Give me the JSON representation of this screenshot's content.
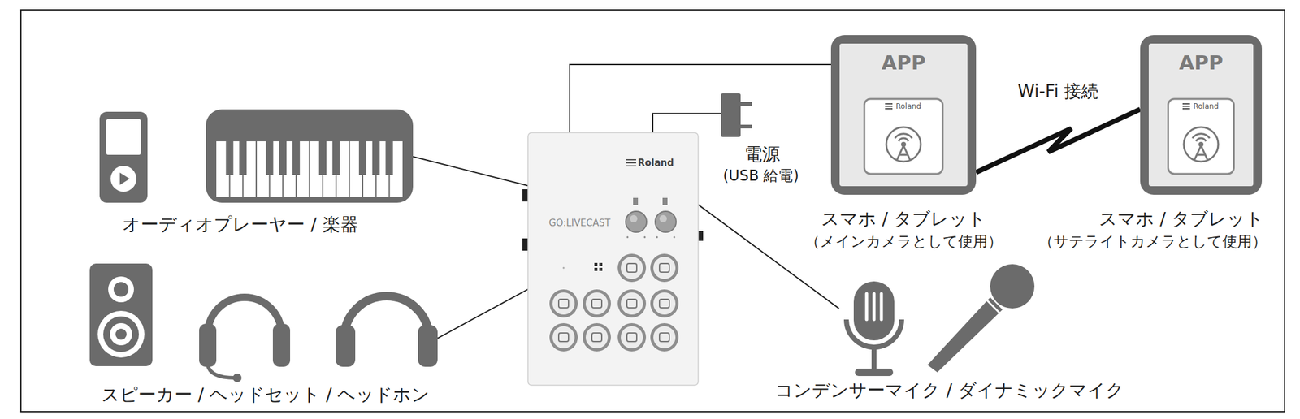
{
  "diagram": {
    "nodes": [
      {
        "text": [
          "オーディオプレーヤー / 楽器"
        ]
      },
      {
        "text": [
          "スピーカー / ヘッドセット / ヘッドホン"
        ]
      },
      {
        "text": [
          "Roland",
          "GO:LIVECAST"
        ]
      },
      {
        "text": [
          "電源",
          "(USB 給電)"
        ]
      },
      {
        "text": [
          "APP",
          "Roland",
          "スマホ / タブレット",
          "（メインカメラとして使用）"
        ]
      },
      {
        "text": [
          "APP",
          "Roland",
          "スマホ / タブレット",
          "（サテライトカメラとして使用）"
        ]
      },
      {
        "text": [
          "コンデンサーマイク / ダイナミックマイク"
        ]
      }
    ],
    "edges": [
      {
        "from": 0,
        "to": 2,
        "arrow": "none"
      },
      {
        "from": 1,
        "to": 2,
        "arrow": "none"
      },
      {
        "from": 2,
        "to": 3,
        "arrow": "none"
      },
      {
        "from": 2,
        "to": 4,
        "arrow": "none"
      },
      {
        "from": 2,
        "to": 6,
        "arrow": "none"
      },
      {
        "from": 4,
        "to": 5,
        "label": "Wi-Fi 接続",
        "arrow": "none"
      }
    ]
  }
}
